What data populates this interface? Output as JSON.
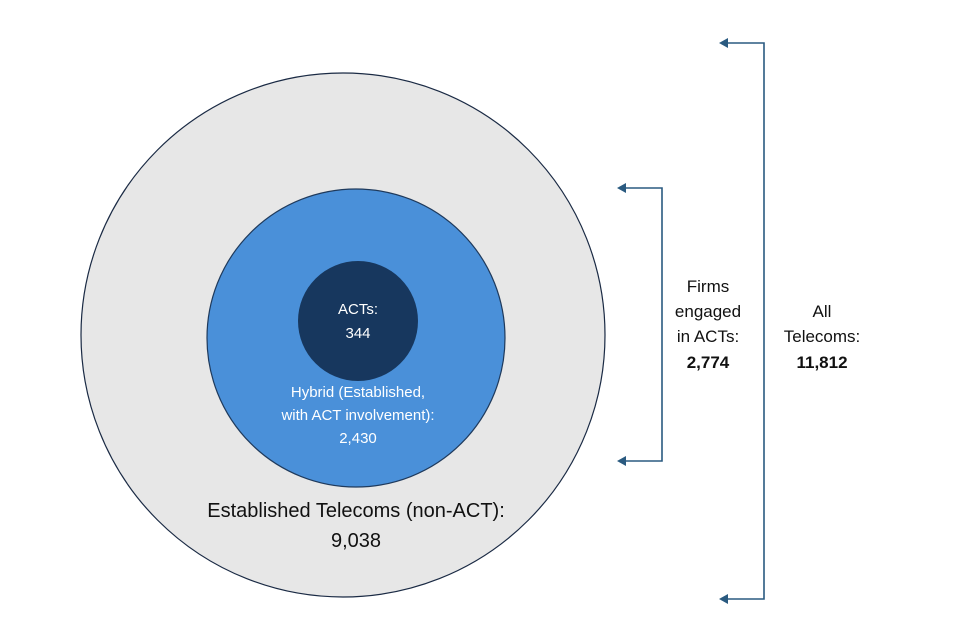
{
  "colors": {
    "outer_fill": "#e7e7e7",
    "outer_stroke": "#1a2a44",
    "middle_fill": "#4a90d9",
    "middle_stroke": "#1f3a5c",
    "inner_fill": "#17375e",
    "bracket": "#2a5a80",
    "text_dark": "#111111",
    "text_light": "#ffffff"
  },
  "circles": {
    "inner": {
      "label": "ACTs:",
      "value": "344"
    },
    "middle": {
      "label_line1": "Hybrid (Established,",
      "label_line2": "with ACT involvement):",
      "value": "2,430"
    },
    "outer": {
      "label": "Established Telecoms (non-ACT):",
      "value": "9,038"
    }
  },
  "brackets": {
    "firms_engaged": {
      "line1": "Firms",
      "line2": "engaged",
      "line3": "in ACTs:",
      "value": "2,774"
    },
    "all_telecoms": {
      "line1": "All",
      "line2": "Telecoms:",
      "value": "11,812"
    }
  }
}
